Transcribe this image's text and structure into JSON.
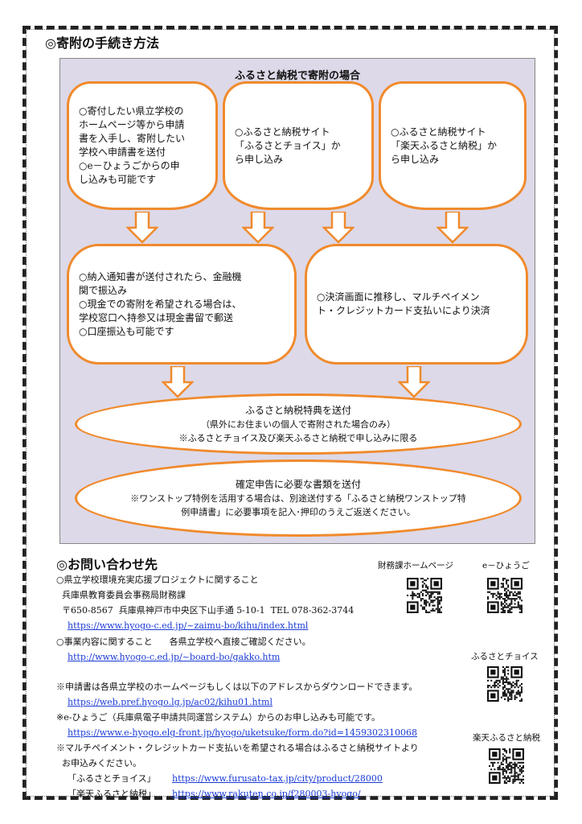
{
  "procedure": {
    "heading": "◎寄附の手続き方法",
    "panel_title": "ふるさと納税で寄附の場合",
    "box1": "○寄付したい県立学校の\nホームページ等から申請\n書を入手し、寄附したい\n学校へ申請書を送付\n○e－ひょうごからの申\nし込みも可能です",
    "box2": "○ふるさと納税サイト\n「ふるさとチョイス」か\nら申し込み",
    "box3": "○ふるさと納税サイト\n「楽天ふるさと納税」か\nら申し込み",
    "box4": "○納入通知書が送付されたら、金融機\n関で振込み\n○現金での寄附を希望される場合は、\n学校窓口へ持参又は現金書留で郵送\n○口座振込も可能です",
    "box5": "○決済画面に推移し、マルチペイメン\nト・クレジットカード支払いにより決済",
    "box6_line1": "ふるさと納税特典を送付",
    "box6_line2": "（県外にお住まいの個人で寄附された場合のみ）",
    "box6_line3": "※ふるさとチョイス及び楽天ふるさと納税で申し込みに限る",
    "box7_line1": "確定申告に必要な書類を送付",
    "box7_line2": "※ワンストップ特例を活用する場合は、別途送付する「ふるさと納税ワンストップ特",
    "box7_line3": "例申請書」に必要事項を記入･押印のうえご返送ください。"
  },
  "contact": {
    "heading": "◎お問い合わせ先",
    "line1": "○県立学校環境充実応援プロジェクトに関すること",
    "line2": "  兵庫県教育委員会事務局財務課",
    "line3": "  〒650-8567  兵庫県神戸市中央区下山手通 5-10-1  TEL 078-362-3744",
    "link1": "https://www.hyogo-c.ed.jp/~zaimu-bo/kihu/index.html",
    "line4": "○事業内容に関すること      各県立学校へ直接ご確認ください。",
    "link2": "http://www.hyogo-c.ed.jp/~board-bo/gakko.htm",
    "note1": "※申請書は各県立学校のホームページもしくは以下のアドレスからダウンロードできます。",
    "link3": "https://web.pref.hyogo.lg.jp/ac02/kihu01.html",
    "note2": "※e-ひょうご（兵庫県電子申請共同運営システム）からのお申し込みも可能です。",
    "link4": "https://www.e-hyogo.elg-front.jp/hyogo/uketsuke/form.do?id=1459302310068",
    "note3": "※マルチペイメント・クレジットカード支払いを希望される場合はふるさと納税サイトより",
    "note3b": "  お申込みください。",
    "site1_label": "「ふるさとチョイス」",
    "site1_url": "https://www.furusato-tax.jp/city/product/28000",
    "site2_label": "「楽天ふるさと納税」",
    "site2_url": "https://www.rakuten.co.jp/f280003-hyogo/"
  },
  "qr": {
    "label1": "財務課ホームページ",
    "label2": "e－ひょうご",
    "label3": "ふるさとチョイス",
    "label4": "楽天ふるさと納税"
  },
  "colors": {
    "panel_bg": "#ddd9e8",
    "box_border": "#f08a2c",
    "link": "#1a3bd6"
  }
}
